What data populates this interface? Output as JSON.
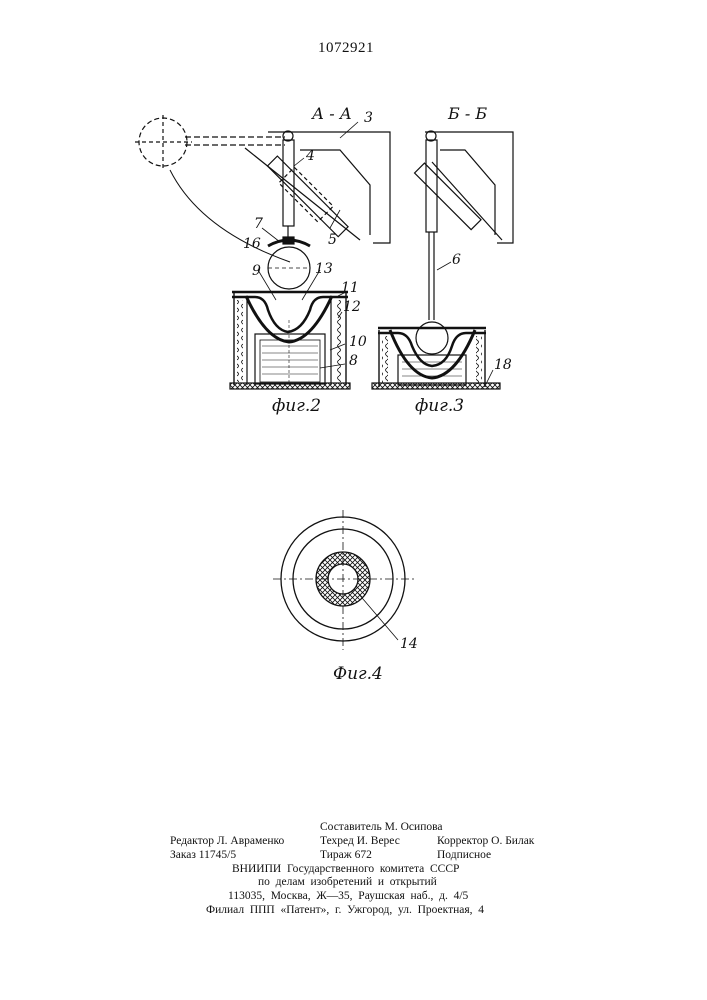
{
  "patent_number": "1072921",
  "figures": {
    "fig2": {
      "section_label": "А - А",
      "caption": "фиг.2",
      "callouts": [
        "3",
        "4",
        "7",
        "16",
        "5",
        "9",
        "13",
        "11",
        "12",
        "10",
        "8"
      ]
    },
    "fig3": {
      "section_label": "Б - Б",
      "caption": "фиг.3",
      "callouts": [
        "6",
        "18"
      ]
    },
    "fig4": {
      "caption": "Фиг.4",
      "callouts": [
        "14"
      ]
    }
  },
  "imprint": {
    "compiler": "Составитель М. Осипова",
    "editor": "Редактор Л. Авраменко",
    "tech_editor": "Техред И. Верес",
    "proofreader": "Корректор О. Билак",
    "order": "Заказ 11745/5",
    "circulation": "Тираж 672",
    "subscription": "Подписное",
    "org_line1": "ВНИИПИ  Государственного  комитета  СССР",
    "org_line2": "по  делам  изобретений  и  открытий",
    "address": "113035,  Москва,  Ж—35,  Раушская  наб.,  д.  4/5",
    "branch": "Филиал  ППП  «Патент»,  г.  Ужгород,  ул.  Проектная,  4"
  }
}
